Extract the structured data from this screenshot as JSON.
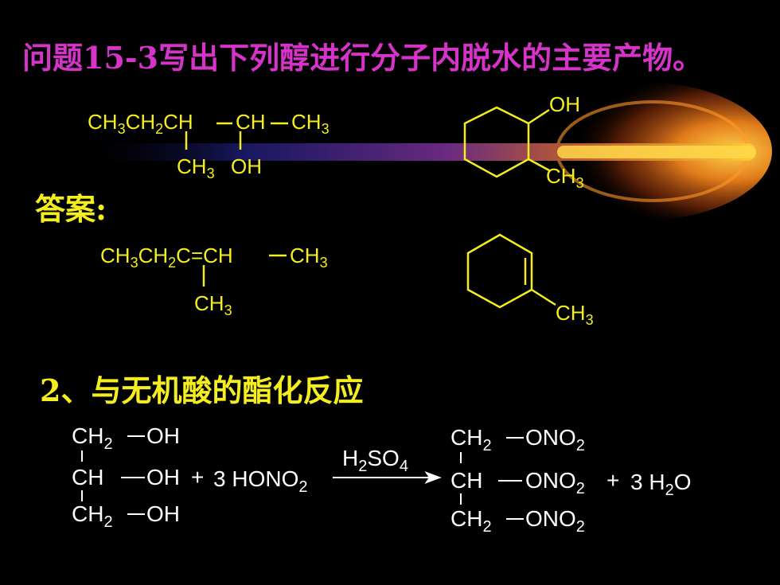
{
  "title": "问题15-3写出下列醇进行分子内脱水的主要产物。",
  "answer_label": "答案:",
  "section2_title": "2、与无机酸的酯化反应",
  "reactant1": {
    "main_chain": [
      "CH",
      "3",
      "CH",
      "2",
      "CH",
      "CH",
      "CH",
      "3"
    ],
    "sub_ch3": [
      "CH",
      "3"
    ],
    "sub_oh": "OH"
  },
  "reactant2": {
    "oh": "OH",
    "ch3": [
      "CH",
      "3"
    ]
  },
  "product1": {
    "main_chain": [
      "CH",
      "3",
      "CH",
      "2",
      "C",
      "=",
      "CH",
      "CH",
      "3"
    ],
    "sub_ch3": [
      "CH",
      "3"
    ]
  },
  "product2": {
    "ch3": [
      "CH",
      "3"
    ]
  },
  "esterification": {
    "left": {
      "row1": [
        "CH",
        "2",
        "OH"
      ],
      "row2": [
        "CH",
        "OH"
      ],
      "row3": [
        "CH",
        "2",
        "OH"
      ]
    },
    "plus1": "+",
    "reagent": [
      "3 HONO",
      "2"
    ],
    "catalyst": [
      "H",
      "2",
      "SO",
      "4"
    ],
    "right": {
      "row1": [
        "CH",
        "2",
        "ONO",
        "2"
      ],
      "row2": [
        "CH",
        "ONO",
        "2"
      ],
      "row3": [
        "CH",
        "2",
        "ONO",
        "2"
      ]
    },
    "plus2": "+",
    "water": [
      "3 H",
      "2",
      "O"
    ]
  },
  "colors": {
    "title": "#d633c9",
    "chem_yellow": "#f5ee1e",
    "white": "#ffffff",
    "background": "#000000"
  }
}
